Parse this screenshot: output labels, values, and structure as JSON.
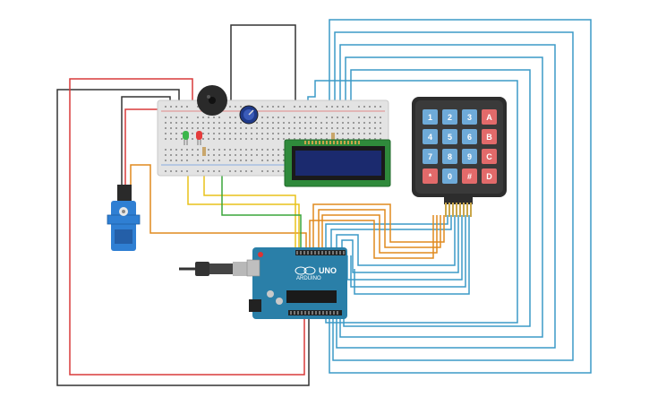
{
  "arduino": {
    "model_label": "UNO",
    "brand_label": "ARDUINO"
  },
  "keypad": {
    "keys": [
      {
        "label": "1",
        "color": "#6eaad8"
      },
      {
        "label": "2",
        "color": "#6eaad8"
      },
      {
        "label": "3",
        "color": "#6eaad8"
      },
      {
        "label": "A",
        "color": "#e26a6a"
      },
      {
        "label": "4",
        "color": "#6eaad8"
      },
      {
        "label": "5",
        "color": "#6eaad8"
      },
      {
        "label": "6",
        "color": "#6eaad8"
      },
      {
        "label": "B",
        "color": "#e26a6a"
      },
      {
        "label": "7",
        "color": "#6eaad8"
      },
      {
        "label": "8",
        "color": "#6eaad8"
      },
      {
        "label": "9",
        "color": "#6eaad8"
      },
      {
        "label": "C",
        "color": "#e26a6a"
      },
      {
        "label": "*",
        "color": "#e26a6a"
      },
      {
        "label": "0",
        "color": "#6eaad8"
      },
      {
        "label": "#",
        "color": "#e26a6a"
      },
      {
        "label": "D",
        "color": "#e26a6a"
      }
    ]
  },
  "colors": {
    "wire_red": "#d83a3a",
    "wire_black": "#333333",
    "wire_blue": "#3b9ac7",
    "wire_orange": "#e08a1e",
    "wire_yellow": "#e8c21a",
    "wire_green": "#3aa53a",
    "arduino_board": "#2a7fa8",
    "breadboard": "#e3e3e3",
    "lcd_screen": "#1b2a6e",
    "led_red": "#e43b3b",
    "led_green": "#3ab64a",
    "servo": "#2f7fd3"
  }
}
